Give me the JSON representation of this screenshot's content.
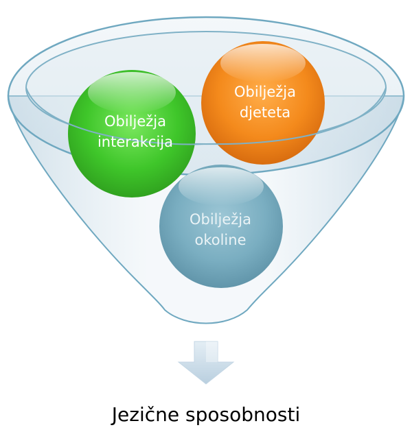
{
  "balls": {
    "interactions": {
      "line1": "Obilježja",
      "line2": "interakcija",
      "color": "#4fcf3c"
    },
    "child": {
      "line1": "Obilježja",
      "line2": "djeteta",
      "color": "#f08a22"
    },
    "environment": {
      "line1": "Obilježja",
      "line2": "okoline",
      "color": "#7fb1c3"
    }
  },
  "caption": "Jezične sposobnosti",
  "colors": {
    "funnel_fill": "#dde8ef",
    "funnel_stroke": "#6fa8c0",
    "arrow": "#c9dbe8"
  }
}
